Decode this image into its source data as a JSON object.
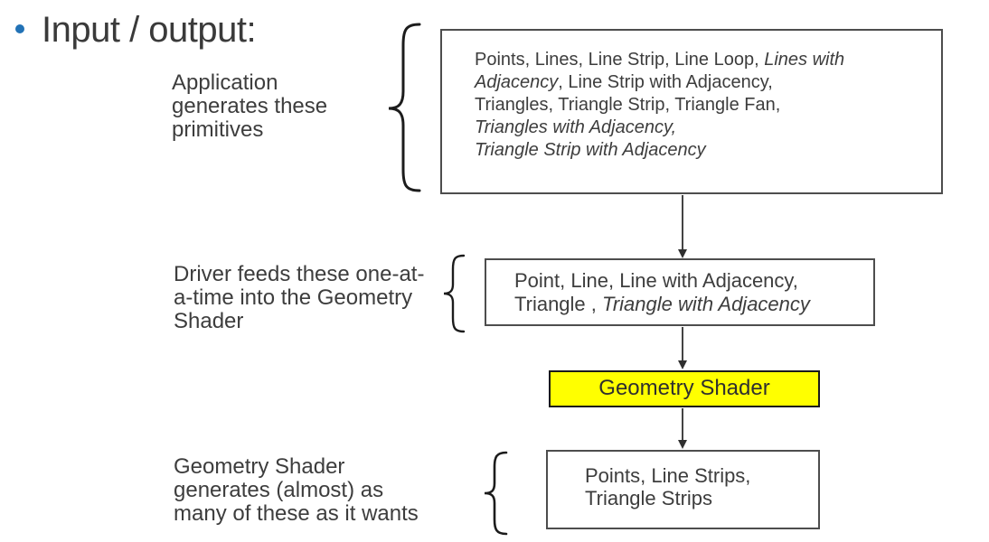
{
  "title": "Input / output:",
  "labels": {
    "application": "Application\ngenerates these\nprimitives",
    "driver": "Driver feeds these one-at-\na-time into the Geometry\nShader",
    "generates": "Geometry Shader\ngenerates (almost) as\nmany of these as it wants"
  },
  "boxes": {
    "app_primitives": {
      "segments": [
        {
          "text": "Points, Lines, Line Strip, Line Loop, ",
          "italic": false
        },
        {
          "text": "Lines with\nAdjacency",
          "italic": true
        },
        {
          "text": ", Line Strip with Adjacency,\nTriangles, Triangle Strip, Triangle Fan,\n",
          "italic": false
        },
        {
          "text": "Triangles with Adjacency,\nTriangle Strip with Adjacency",
          "italic": true
        }
      ]
    },
    "gs_input": {
      "segments": [
        {
          "text": "Point, Line, Line with Adjacency,\nTriangle , ",
          "italic": false
        },
        {
          "text": "Triangle with Adjacency",
          "italic": true
        }
      ]
    },
    "geometry_shader": {
      "label": "Geometry Shader"
    },
    "gs_output": {
      "segments": [
        {
          "text": "Points, Line Strips,\nTriangle Strips",
          "italic": false
        }
      ]
    }
  },
  "colors": {
    "bullet_blue": "#2272b6",
    "text": "#3d3d3d",
    "box_border": "#4d4d4d",
    "highlight_yellow": "#ffff00",
    "arrow": "#2f2f2f"
  }
}
